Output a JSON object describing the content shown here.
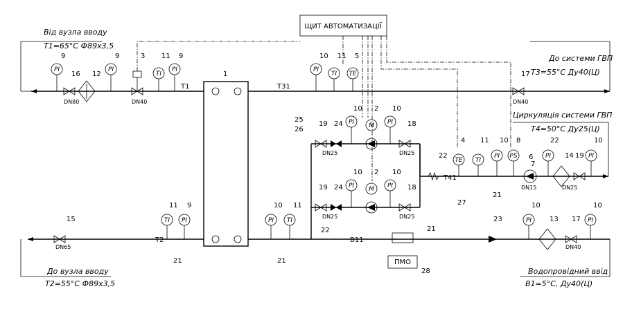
{
  "panel": {
    "title": "ЩИТ АВТОМАТИЗАЦІЇ"
  },
  "flows": {
    "t1_in_title": "Від вузла вводу",
    "t1_in_spec": "T1=65°C  Ф89х3,5",
    "t2_out_title": "До вузла вводу",
    "t2_out_spec": "T2=55°C  Ф89х3,5",
    "t3_out_title": "До системи ГВП",
    "t3_out_spec": "T3=55°C  Ду40(Ц)",
    "t4_in_title": "Циркуляція системи ГВП",
    "t4_in_spec": "T4=50°C  Ду25(Ц)",
    "b1_in_title": "Водопровідний ввід",
    "b1_in_spec": "B1=5°C,  Ду40(Ц)"
  },
  "lines": {
    "t1": "T1",
    "t2": "T2",
    "t31": "T31",
    "t41": "T41",
    "b11": "B11"
  },
  "instruments": {
    "pi": "PI",
    "ti": "TI",
    "te": "TE",
    "ps": "PS",
    "m": "M"
  },
  "dn": {
    "dn80": "DN80",
    "dn40": "DN40",
    "dn25": "DN25",
    "dn15": "DN15",
    "dn65": "DN65"
  },
  "equipment": {
    "pmo": "ПМО"
  },
  "tags": {
    "t1": "1",
    "t2": "2",
    "t3": "3",
    "t4": "4",
    "t5": "5",
    "t6": "6",
    "t7": "7",
    "t8": "8",
    "t9": "9",
    "t10": "10",
    "t11": "11",
    "t12": "12",
    "t13": "13",
    "t14": "14",
    "t15": "15",
    "t16": "16",
    "t17": "17",
    "t18": "18",
    "t19": "19",
    "t21": "21",
    "t22": "22",
    "t23": "23",
    "t24": "24",
    "t25": "25",
    "t26": "26",
    "t27": "27",
    "t28": "28"
  }
}
